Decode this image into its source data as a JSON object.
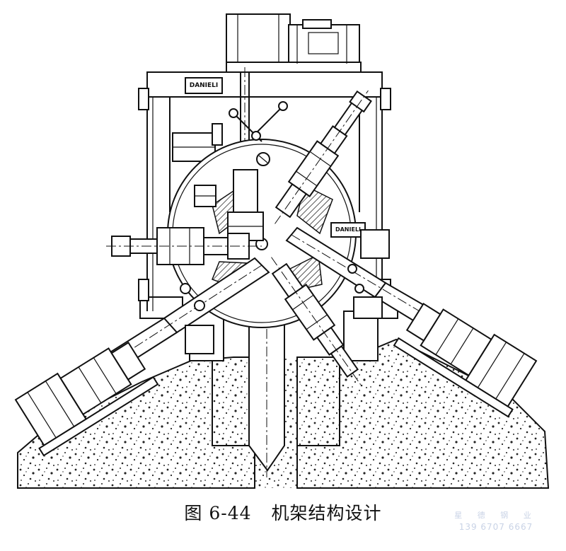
{
  "diagram": {
    "brand_plate_top": "DANIELI",
    "brand_plate_right": "DANIELI"
  },
  "caption": {
    "figure_number": "图 6-44",
    "title": "机架结构设计"
  },
  "watermark": {
    "company": "星 德 钢 业",
    "phone": "139 6707 6667"
  }
}
